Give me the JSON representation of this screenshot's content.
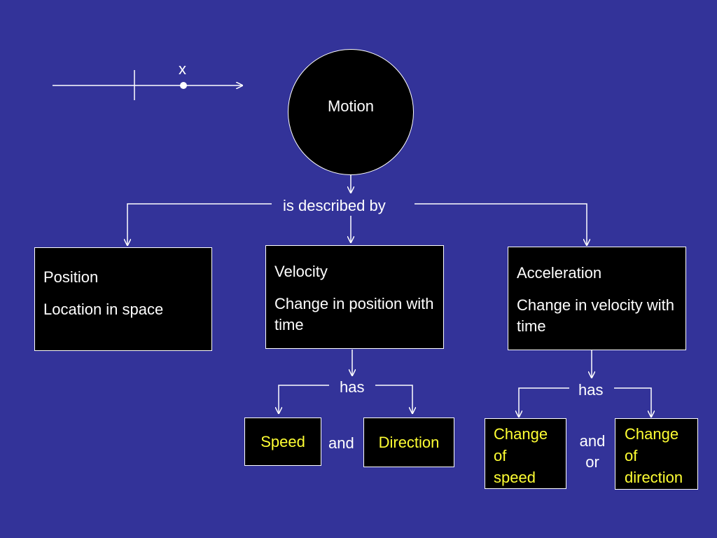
{
  "axis_sketch": {
    "label": "x"
  },
  "motion": {
    "label": "Motion"
  },
  "link_described": "is described by",
  "position": {
    "title": "Position",
    "desc": "Location in space"
  },
  "velocity": {
    "title": "Velocity",
    "desc": "Change in position with time"
  },
  "acceleration": {
    "title": "Acceleration",
    "desc": "Change in velocity with time"
  },
  "velocity_has": "has",
  "acceleration_has": "has",
  "speed": "Speed",
  "and_label": "and",
  "direction": "Direction",
  "change_speed": [
    "Change",
    "of",
    "speed"
  ],
  "and_or": [
    "and",
    "or"
  ],
  "change_direction": [
    "Change",
    "of",
    "direction"
  ],
  "colors": {
    "background": "#333399",
    "box": "#000000",
    "line": "#ffffff",
    "highlight_text": "#ffff33"
  }
}
